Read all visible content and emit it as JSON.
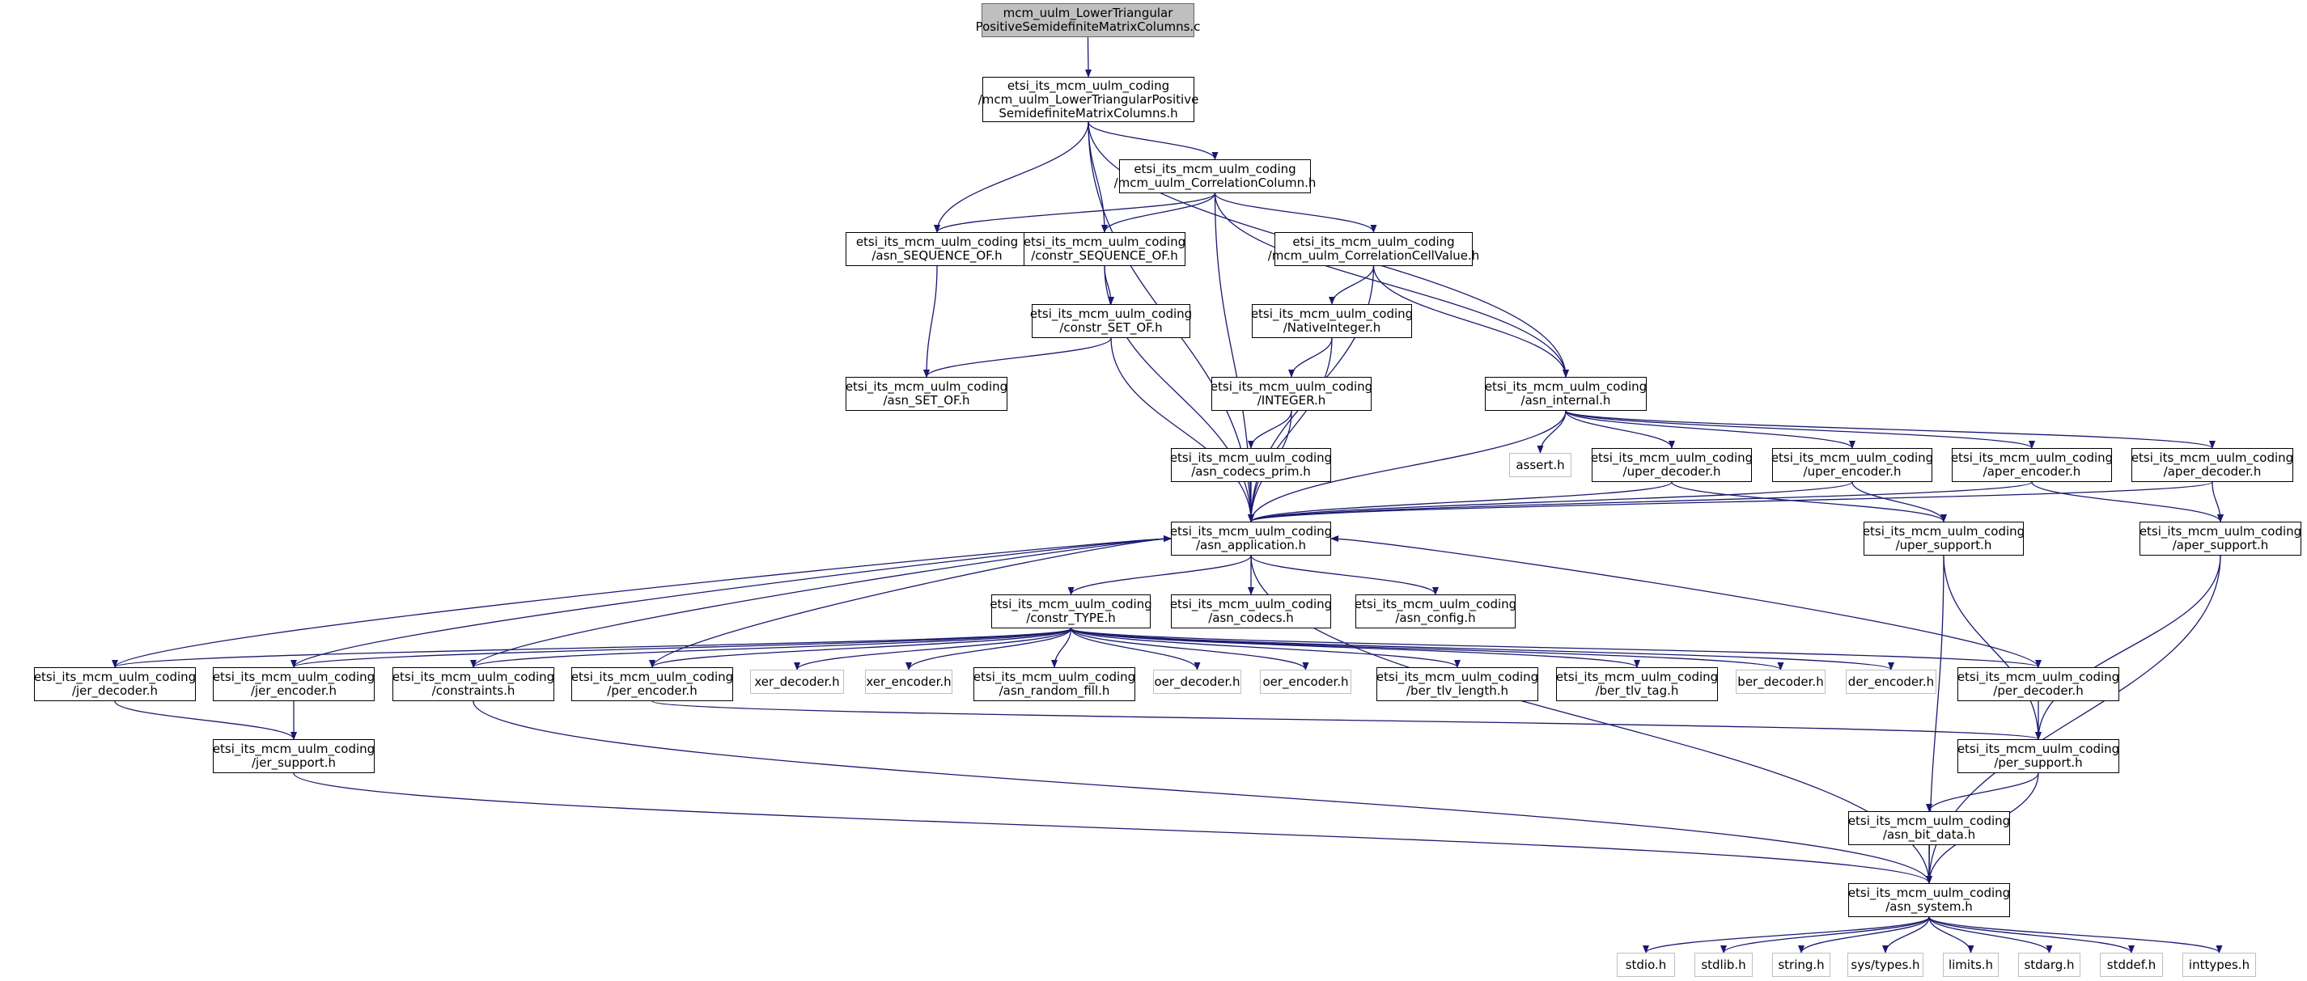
{
  "graph": {
    "edge_color": "#191970",
    "node_border": "#000000",
    "external_border": "#bfbfbf",
    "root_fill": "#bfbfbf",
    "nodes": [
      {
        "id": "root",
        "label": "mcm_uulm_LowerTriangular\nPositiveSemidefiniteMatrixColumns.c",
        "kind": "root"
      },
      {
        "id": "ltpsmc",
        "label": "etsi_its_mcm_uulm_coding\n/mcm_uulm_LowerTriangularPositive\nSemidefiniteMatrixColumns.h",
        "kind": "header"
      },
      {
        "id": "corrcol",
        "label": "etsi_its_mcm_uulm_coding\n/mcm_uulm_CorrelationColumn.h",
        "kind": "header"
      },
      {
        "id": "asn_seq_of",
        "label": "etsi_its_mcm_uulm_coding\n/asn_SEQUENCE_OF.h",
        "kind": "header"
      },
      {
        "id": "constr_seq_of",
        "label": "etsi_its_mcm_uulm_coding\n/constr_SEQUENCE_OF.h",
        "kind": "header"
      },
      {
        "id": "corrcell",
        "label": "etsi_its_mcm_uulm_coding\n/mcm_uulm_CorrelationCellValue.h",
        "kind": "header"
      },
      {
        "id": "constr_set_of",
        "label": "etsi_its_mcm_uulm_coding\n/constr_SET_OF.h",
        "kind": "header"
      },
      {
        "id": "native_int",
        "label": "etsi_its_mcm_uulm_coding\n/NativeInteger.h",
        "kind": "header"
      },
      {
        "id": "asn_set_of",
        "label": "etsi_its_mcm_uulm_coding\n/asn_SET_OF.h",
        "kind": "header"
      },
      {
        "id": "integer",
        "label": "etsi_its_mcm_uulm_coding\n/INTEGER.h",
        "kind": "header"
      },
      {
        "id": "asn_internal",
        "label": "etsi_its_mcm_uulm_coding\n/asn_internal.h",
        "kind": "header"
      },
      {
        "id": "codecs_prim",
        "label": "etsi_its_mcm_uulm_coding\n/asn_codecs_prim.h",
        "kind": "header"
      },
      {
        "id": "assert",
        "label": "assert.h",
        "kind": "external"
      },
      {
        "id": "uper_dec",
        "label": "etsi_its_mcm_uulm_coding\n/uper_decoder.h",
        "kind": "header"
      },
      {
        "id": "uper_enc",
        "label": "etsi_its_mcm_uulm_coding\n/uper_encoder.h",
        "kind": "header"
      },
      {
        "id": "aper_enc",
        "label": "etsi_its_mcm_uulm_coding\n/aper_encoder.h",
        "kind": "header"
      },
      {
        "id": "aper_dec",
        "label": "etsi_its_mcm_uulm_coding\n/aper_decoder.h",
        "kind": "header"
      },
      {
        "id": "asn_app",
        "label": "etsi_its_mcm_uulm_coding\n/asn_application.h",
        "kind": "header"
      },
      {
        "id": "uper_sup",
        "label": "etsi_its_mcm_uulm_coding\n/uper_support.h",
        "kind": "header"
      },
      {
        "id": "aper_sup",
        "label": "etsi_its_mcm_uulm_coding\n/aper_support.h",
        "kind": "header"
      },
      {
        "id": "constr_type",
        "label": "etsi_its_mcm_uulm_coding\n/constr_TYPE.h",
        "kind": "header"
      },
      {
        "id": "asn_codecs",
        "label": "etsi_its_mcm_uulm_coding\n/asn_codecs.h",
        "kind": "header"
      },
      {
        "id": "asn_config",
        "label": "etsi_its_mcm_uulm_coding\n/asn_config.h",
        "kind": "header"
      },
      {
        "id": "jer_dec",
        "label": "etsi_its_mcm_uulm_coding\n/jer_decoder.h",
        "kind": "header"
      },
      {
        "id": "jer_enc",
        "label": "etsi_its_mcm_uulm_coding\n/jer_encoder.h",
        "kind": "header"
      },
      {
        "id": "constraints",
        "label": "etsi_its_mcm_uulm_coding\n/constraints.h",
        "kind": "header"
      },
      {
        "id": "per_enc",
        "label": "etsi_its_mcm_uulm_coding\n/per_encoder.h",
        "kind": "header"
      },
      {
        "id": "xer_dec",
        "label": "xer_decoder.h",
        "kind": "external"
      },
      {
        "id": "xer_enc",
        "label": "xer_encoder.h",
        "kind": "external"
      },
      {
        "id": "random_fill",
        "label": "etsi_its_mcm_uulm_coding\n/asn_random_fill.h",
        "kind": "header"
      },
      {
        "id": "oer_dec",
        "label": "oer_decoder.h",
        "kind": "external"
      },
      {
        "id": "oer_enc",
        "label": "oer_encoder.h",
        "kind": "external"
      },
      {
        "id": "ber_tlv_len",
        "label": "etsi_its_mcm_uulm_coding\n/ber_tlv_length.h",
        "kind": "header"
      },
      {
        "id": "ber_tlv_tag",
        "label": "etsi_its_mcm_uulm_coding\n/ber_tlv_tag.h",
        "kind": "header"
      },
      {
        "id": "ber_dec",
        "label": "ber_decoder.h",
        "kind": "external"
      },
      {
        "id": "der_enc",
        "label": "der_encoder.h",
        "kind": "external"
      },
      {
        "id": "per_dec",
        "label": "etsi_its_mcm_uulm_coding\n/per_decoder.h",
        "kind": "header"
      },
      {
        "id": "jer_sup",
        "label": "etsi_its_mcm_uulm_coding\n/jer_support.h",
        "kind": "header"
      },
      {
        "id": "per_sup",
        "label": "etsi_its_mcm_uulm_coding\n/per_support.h",
        "kind": "header"
      },
      {
        "id": "bit_data",
        "label": "etsi_its_mcm_uulm_coding\n/asn_bit_data.h",
        "kind": "header"
      },
      {
        "id": "asn_system",
        "label": "etsi_its_mcm_uulm_coding\n/asn_system.h",
        "kind": "header"
      },
      {
        "id": "stdio",
        "label": "stdio.h",
        "kind": "external"
      },
      {
        "id": "stdlib",
        "label": "stdlib.h",
        "kind": "external"
      },
      {
        "id": "string",
        "label": "string.h",
        "kind": "external"
      },
      {
        "id": "systypes",
        "label": "sys/types.h",
        "kind": "external"
      },
      {
        "id": "limits",
        "label": "limits.h",
        "kind": "external"
      },
      {
        "id": "stdarg",
        "label": "stdarg.h",
        "kind": "external"
      },
      {
        "id": "stddef",
        "label": "stddef.h",
        "kind": "external"
      },
      {
        "id": "inttypes",
        "label": "inttypes.h",
        "kind": "external"
      }
    ],
    "edges": [
      [
        "root",
        "ltpsmc"
      ],
      [
        "ltpsmc",
        "corrcol"
      ],
      [
        "ltpsmc",
        "asn_seq_of"
      ],
      [
        "ltpsmc",
        "constr_seq_of"
      ],
      [
        "ltpsmc",
        "asn_app"
      ],
      [
        "ltpsmc",
        "asn_internal"
      ],
      [
        "corrcol",
        "asn_seq_of"
      ],
      [
        "corrcol",
        "constr_seq_of"
      ],
      [
        "corrcol",
        "corrcell"
      ],
      [
        "corrcol",
        "asn_app"
      ],
      [
        "corrcol",
        "asn_internal"
      ],
      [
        "asn_seq_of",
        "asn_set_of"
      ],
      [
        "constr_seq_of",
        "constr_set_of"
      ],
      [
        "constr_seq_of",
        "asn_app"
      ],
      [
        "constr_set_of",
        "asn_set_of"
      ],
      [
        "constr_set_of",
        "asn_app"
      ],
      [
        "corrcell",
        "native_int"
      ],
      [
        "corrcell",
        "asn_app"
      ],
      [
        "corrcell",
        "asn_internal"
      ],
      [
        "native_int",
        "integer"
      ],
      [
        "native_int",
        "asn_app"
      ],
      [
        "integer",
        "codecs_prim"
      ],
      [
        "integer",
        "asn_app"
      ],
      [
        "codecs_prim",
        "asn_app"
      ],
      [
        "asn_internal",
        "asn_app"
      ],
      [
        "asn_internal",
        "assert"
      ],
      [
        "asn_internal",
        "uper_dec"
      ],
      [
        "asn_internal",
        "uper_enc"
      ],
      [
        "asn_internal",
        "aper_enc"
      ],
      [
        "asn_internal",
        "aper_dec"
      ],
      [
        "uper_dec",
        "asn_app"
      ],
      [
        "uper_dec",
        "uper_sup"
      ],
      [
        "uper_enc",
        "asn_app"
      ],
      [
        "uper_enc",
        "uper_sup"
      ],
      [
        "aper_enc",
        "asn_app"
      ],
      [
        "aper_enc",
        "aper_sup"
      ],
      [
        "aper_dec",
        "asn_app"
      ],
      [
        "aper_dec",
        "aper_sup"
      ],
      [
        "asn_app",
        "asn_system"
      ],
      [
        "asn_app",
        "constr_type"
      ],
      [
        "asn_app",
        "asn_codecs"
      ],
      [
        "asn_app",
        "asn_config"
      ],
      [
        "uper_sup",
        "per_sup"
      ],
      [
        "uper_sup",
        "asn_system"
      ],
      [
        "aper_sup",
        "per_sup"
      ],
      [
        "aper_sup",
        "asn_system"
      ],
      [
        "constr_type",
        "jer_dec"
      ],
      [
        "constr_type",
        "jer_enc"
      ],
      [
        "constr_type",
        "constraints"
      ],
      [
        "constr_type",
        "per_enc"
      ],
      [
        "constr_type",
        "xer_dec"
      ],
      [
        "constr_type",
        "xer_enc"
      ],
      [
        "constr_type",
        "random_fill"
      ],
      [
        "constr_type",
        "oer_dec"
      ],
      [
        "constr_type",
        "oer_enc"
      ],
      [
        "constr_type",
        "ber_tlv_len"
      ],
      [
        "constr_type",
        "ber_tlv_tag"
      ],
      [
        "constr_type",
        "ber_dec"
      ],
      [
        "constr_type",
        "der_enc"
      ],
      [
        "constr_type",
        "per_dec"
      ],
      [
        "jer_dec",
        "asn_app"
      ],
      [
        "jer_dec",
        "jer_sup"
      ],
      [
        "jer_enc",
        "asn_app"
      ],
      [
        "jer_enc",
        "jer_sup"
      ],
      [
        "constraints",
        "asn_app"
      ],
      [
        "constraints",
        "asn_system"
      ],
      [
        "per_enc",
        "asn_app"
      ],
      [
        "per_enc",
        "per_sup"
      ],
      [
        "per_dec",
        "asn_app"
      ],
      [
        "per_dec",
        "per_sup"
      ],
      [
        "jer_sup",
        "asn_system"
      ],
      [
        "per_sup",
        "bit_data"
      ],
      [
        "per_sup",
        "asn_system"
      ],
      [
        "bit_data",
        "asn_system"
      ],
      [
        "asn_system",
        "stdio"
      ],
      [
        "asn_system",
        "stdlib"
      ],
      [
        "asn_system",
        "string"
      ],
      [
        "asn_system",
        "systypes"
      ],
      [
        "asn_system",
        "limits"
      ],
      [
        "asn_system",
        "stdarg"
      ],
      [
        "asn_system",
        "stddef"
      ],
      [
        "asn_system",
        "inttypes"
      ]
    ]
  }
}
